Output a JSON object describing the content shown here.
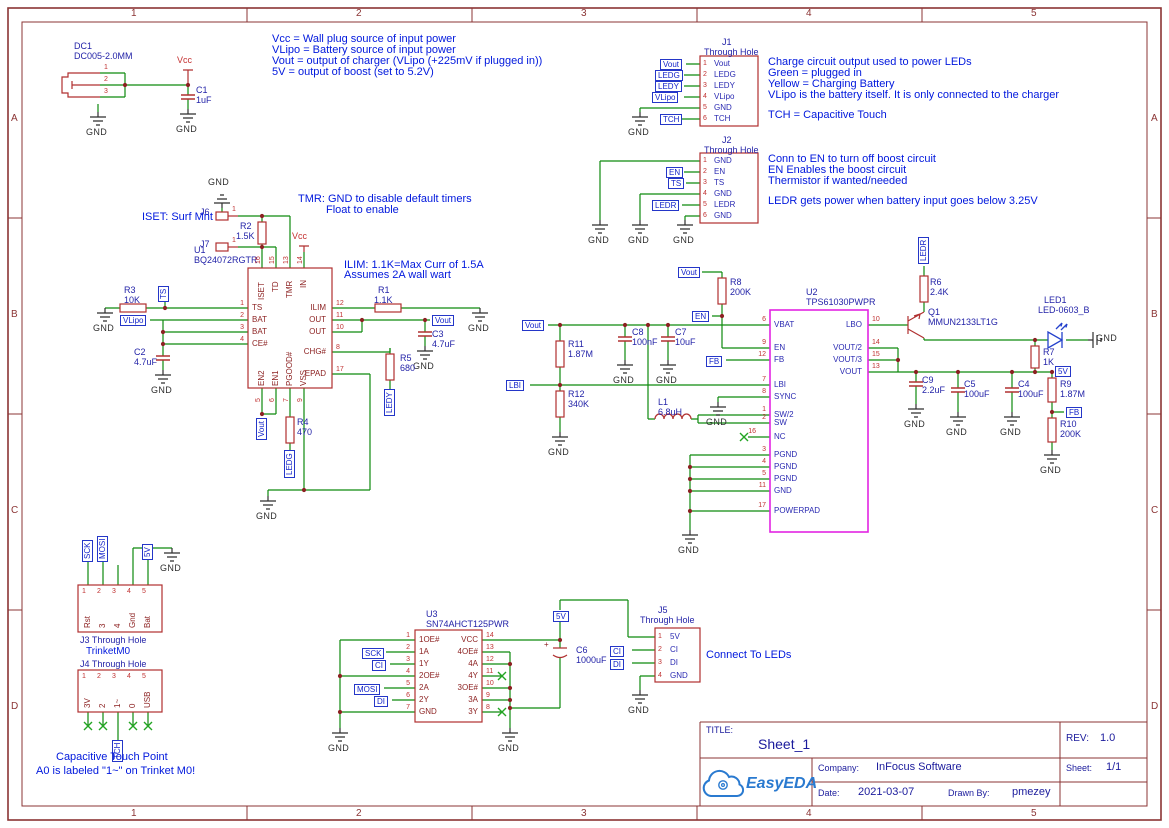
{
  "frame": {
    "cols": [
      "1",
      "2",
      "3",
      "4",
      "5"
    ],
    "rows": [
      "A",
      "B",
      "C",
      "D"
    ]
  },
  "flags": {
    "vcc": "Vcc",
    "vout": "Vout",
    "vlipo": "VLipo",
    "v5": "5V",
    "gnd": "GND",
    "en": "EN",
    "ts": "TS",
    "fb": "FB",
    "lbi": "LBI",
    "ledr": "LEDR",
    "ledg": "LEDG",
    "ledy": "LEDY",
    "tch": "TCH",
    "sck": "SCK",
    "mosi": "MOSI",
    "ci": "CI",
    "di": "DI"
  },
  "notes": {
    "power": [
      "Vcc = Wall plug source of input power",
      "VLipo = Battery source of input power",
      "Vout = output of charger (VLipo (+225mV if plugged in))",
      "5V = output of boost (set to 5.2V)"
    ],
    "j1": [
      "Charge circuit output used to power LEDs",
      "Green = plugged in",
      "Yellow = Charging Battery",
      "VLipo is the battery itself. It is only connected to the charger",
      "TCH = Capacitive Touch"
    ],
    "j2": [
      "Conn to EN to turn off boost circuit",
      "EN Enables the boost circuit",
      "Thermistor if wanted/needed",
      "LEDR gets power when battery input goes below 3.25V"
    ],
    "iset": "ISET: Surf Mnt",
    "tmr1": "TMR: GND to disable default timers",
    "tmr2": "Float to enable",
    "ilim1": "ILIM: 1.1K=Max Curr of 1.5A",
    "ilim2": "Assumes 2A wall wart",
    "touch1": "Capacitive Touch Point",
    "touch2": "A0 is labeled \"1~\" on Trinket M0!",
    "leds": "Connect To LEDs",
    "trinket": "TrinketM0"
  },
  "dc1": {
    "ref": "DC1",
    "value": "DC005-2.0MM",
    "p1": "1",
    "p2": "2",
    "p3": "3"
  },
  "c1": {
    "ref": "C1",
    "value": "1uF"
  },
  "j1": {
    "ref": "J1",
    "value": "Through Hole",
    "n": [
      "1",
      "2",
      "3",
      "4",
      "5",
      "6"
    ],
    "names": [
      "Vout",
      "LEDG",
      "LEDY",
      "VLipo",
      "GND",
      "TCH"
    ]
  },
  "j2": {
    "ref": "J2",
    "value": "Through Hole",
    "n": [
      "1",
      "2",
      "3",
      "4",
      "5",
      "6"
    ],
    "names": [
      "GND",
      "EN",
      "TS",
      "GND",
      "LEDR",
      "GND"
    ]
  },
  "u1": {
    "ref": "U1",
    "value": "BQ24072RGTR",
    "top_n": [
      "16",
      "15",
      "13",
      "14"
    ],
    "top": [
      "ISET",
      "TD",
      "TMR",
      "IN"
    ],
    "left_n": [
      "1",
      "2",
      "3",
      "4"
    ],
    "left": [
      "TS",
      "BAT",
      "BAT",
      "CE#"
    ],
    "right_n": [
      "12",
      "11",
      "10",
      "8",
      "17"
    ],
    "right": [
      "ILIM",
      "OUT",
      "OUT",
      "CHG#",
      "EPAD"
    ],
    "bot_n": [
      "5",
      "6",
      "7",
      "9"
    ],
    "bot": [
      "EN2",
      "EN1",
      "PGOOD#",
      "VSS"
    ]
  },
  "j6": {
    "ref": "J6",
    "p": "1"
  },
  "j7": {
    "ref": "J7",
    "p": "1"
  },
  "r1": {
    "ref": "R1",
    "value": "1.1K"
  },
  "r2": {
    "ref": "R2",
    "value": "1.5K"
  },
  "r3": {
    "ref": "R3",
    "value": "10K"
  },
  "r4": {
    "ref": "R4",
    "value": "470"
  },
  "r5": {
    "ref": "R5",
    "value": "680"
  },
  "c2": {
    "ref": "C2",
    "value": "4.7uF"
  },
  "c3": {
    "ref": "C3",
    "value": "4.7uF"
  },
  "u2": {
    "ref": "U2",
    "value": "TPS61030PWPR",
    "left_n": [
      "6",
      "9",
      "12",
      "7",
      "8",
      "1",
      "2",
      "16",
      "3",
      "4",
      "5",
      "11",
      "17"
    ],
    "left": [
      "VBAT",
      "EN",
      "FB",
      "LBI",
      "SYNC",
      "SW/2",
      "SW",
      "NC",
      "PGND",
      "PGND",
      "PGND",
      "GND",
      "POWERPAD"
    ],
    "right_n": [
      "10",
      "14",
      "15",
      "13"
    ],
    "right": [
      "LBO",
      "VOUT/2",
      "VOUT/3",
      "VOUT"
    ]
  },
  "r8": {
    "ref": "R8",
    "value": "200K"
  },
  "r11": {
    "ref": "R11",
    "value": "1.87M"
  },
  "r12": {
    "ref": "R12",
    "value": "340K"
  },
  "c8": {
    "ref": "C8",
    "value": "100nF"
  },
  "c7": {
    "ref": "C7",
    "value": "10uF"
  },
  "l1": {
    "ref": "L1",
    "value": "6.8uH"
  },
  "r6": {
    "ref": "R6",
    "value": "2.4K"
  },
  "q1": {
    "ref": "Q1",
    "value": "MMUN2133LT1G"
  },
  "led1": {
    "ref": "LED1",
    "value": "LED-0603_B"
  },
  "r7": {
    "ref": "R7",
    "value": "1K"
  },
  "r9": {
    "ref": "R9",
    "value": "1.87M"
  },
  "r10": {
    "ref": "R10",
    "value": "200K"
  },
  "c9": {
    "ref": "C9",
    "value": "2.2uF"
  },
  "c5": {
    "ref": "C5",
    "value": "100uF"
  },
  "c4": {
    "ref": "C4",
    "value": "100uF"
  },
  "j3": {
    "ref": "J3 Through Hole",
    "pins": [
      "Rst",
      "3",
      "4",
      "Gnd",
      "Bat"
    ],
    "n": [
      "1",
      "2",
      "3",
      "4",
      "5"
    ]
  },
  "j4": {
    "ref": "J4 Through Hole",
    "pins": [
      "3V",
      "2",
      "1~",
      "0",
      "USB"
    ],
    "n": [
      "1",
      "2",
      "3",
      "4",
      "5"
    ]
  },
  "u3": {
    "ref": "U3",
    "value": "SN74AHCT125PWR",
    "left_n": [
      "1",
      "2",
      "3",
      "4",
      "5",
      "6",
      "7"
    ],
    "left": [
      "1OE#",
      "1A",
      "1Y",
      "2OE#",
      "2A",
      "2Y",
      "GND"
    ],
    "right_n": [
      "14",
      "13",
      "12",
      "11",
      "10",
      "9",
      "8"
    ],
    "right": [
      "VCC",
      "4OE#",
      "4A",
      "4Y",
      "3OE#",
      "3A",
      "3Y"
    ]
  },
  "c6": {
    "ref": "C6",
    "value": "1000uF",
    "plus": "+"
  },
  "j5": {
    "ref": "J5",
    "value": "Through Hole",
    "n": [
      "1",
      "2",
      "3",
      "4"
    ],
    "names": [
      "5V",
      "CI",
      "DI",
      "GND"
    ]
  },
  "title_block": {
    "title_label": "TITLE:",
    "title": "Sheet_1",
    "rev_label": "REV:",
    "rev": "1.0",
    "logo": "EasyEDA",
    "company_label": "Company:",
    "company": "InFocus Software",
    "sheet_label": "Sheet:",
    "sheet": "1/1",
    "date_label": "Date:",
    "date": "2021-03-07",
    "drawn_label": "Drawn By:",
    "drawn": "pmezey"
  }
}
